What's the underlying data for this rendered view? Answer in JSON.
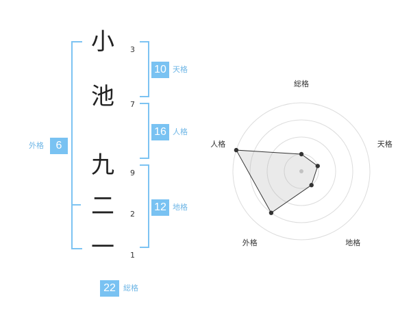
{
  "name": {
    "chars": [
      {
        "char": "小",
        "strokes": "3"
      },
      {
        "char": "池",
        "strokes": "7"
      },
      {
        "char": "九",
        "strokes": "9"
      },
      {
        "char": "二",
        "strokes": "2"
      },
      {
        "char": "一",
        "strokes": "1"
      }
    ]
  },
  "kakusu": {
    "tenkaku": {
      "value": "10",
      "label": "天格"
    },
    "jinkaku": {
      "value": "16",
      "label": "人格"
    },
    "chikaku": {
      "value": "12",
      "label": "地格"
    },
    "gaikaku": {
      "value": "6",
      "label": "外格"
    },
    "soukaku": {
      "value": "22",
      "label": "総格"
    }
  },
  "colors": {
    "accent": "#79c2f2",
    "bracket": "#7cc3f2"
  },
  "chart_data": {
    "type": "radar",
    "axes": [
      "総格",
      "天格",
      "地格",
      "外格",
      "人格"
    ],
    "rings": 4,
    "max": 4,
    "values": [
      1,
      1,
      1,
      3,
      4
    ]
  }
}
